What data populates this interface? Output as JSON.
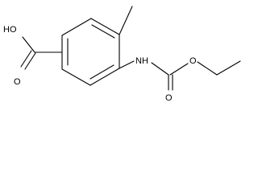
{
  "structure": {
    "labels": {
      "hydroxyl": "HO",
      "carboxyl_oxygen": "O",
      "amine": "NH",
      "carbonyl_oxygen": "O",
      "ester_oxygen": "O"
    },
    "colors": {
      "bond": "#000000",
      "text": "#000000",
      "background": "#ffffff"
    }
  }
}
